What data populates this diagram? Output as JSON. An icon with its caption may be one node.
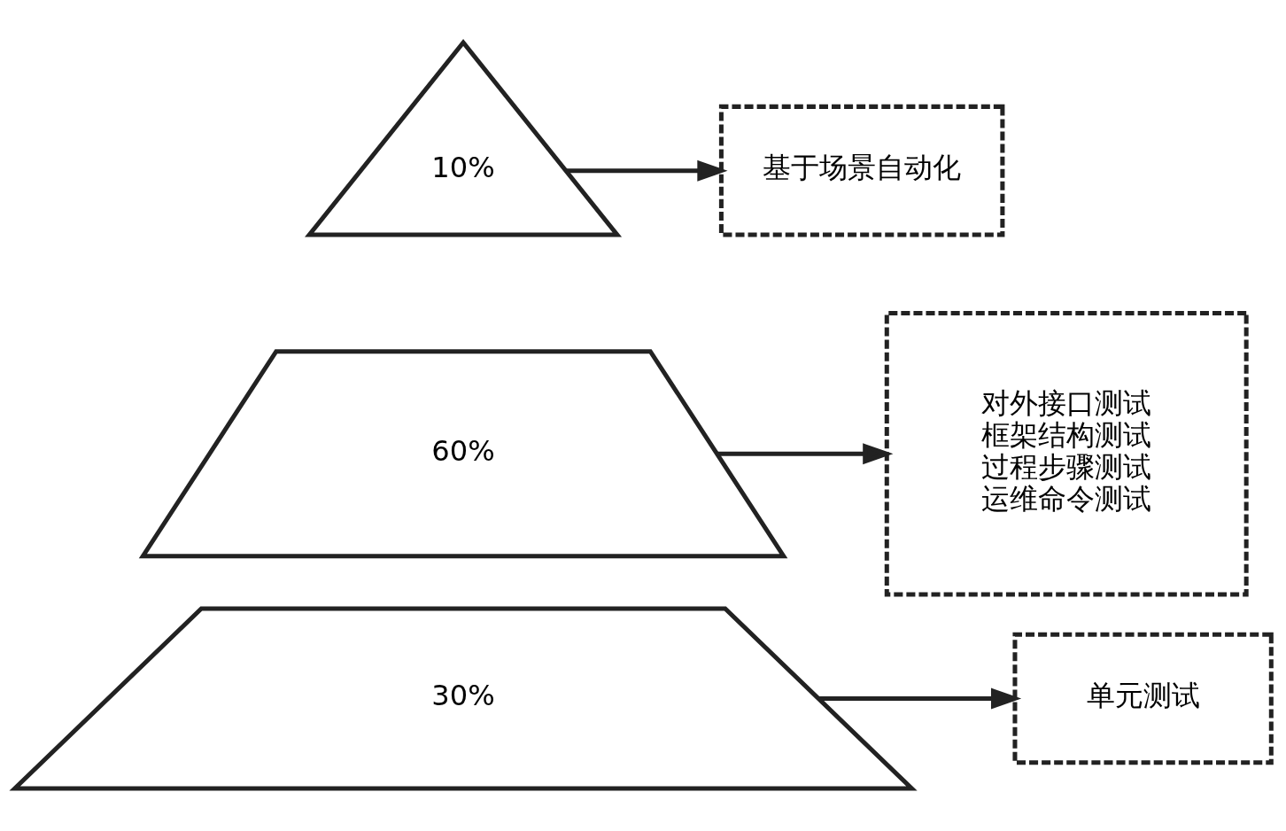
{
  "diagram": {
    "nodes": [
      {
        "text": [
          "10%"
        ]
      },
      {
        "text": [
          "基于场景自动化"
        ]
      },
      {
        "text": [
          "对外接口测试",
          "框架结构测试",
          "过程步骤测试",
          "运维命令测试"
        ]
      },
      {
        "text": [
          "60%"
        ]
      },
      {
        "text": [
          "30%"
        ]
      },
      {
        "text": [
          "单元测试"
        ]
      }
    ],
    "edges": [
      {
        "from": 0,
        "to": 1,
        "arrow": "to"
      },
      {
        "from": 3,
        "to": 2,
        "arrow": "to"
      },
      {
        "from": 4,
        "to": 5,
        "arrow": "to"
      }
    ]
  }
}
